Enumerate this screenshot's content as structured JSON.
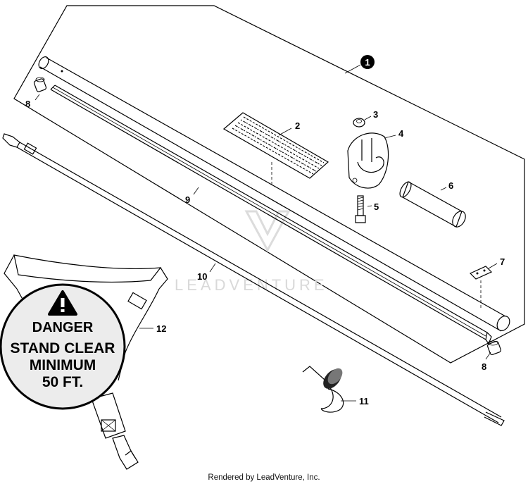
{
  "callouts": {
    "c1": "1",
    "c2": "2",
    "c3": "3",
    "c4": "4",
    "c5": "5",
    "c6": "6",
    "c7": "7",
    "c8a": "8",
    "c8b": "8",
    "c9": "9",
    "c10": "10",
    "c11": "11",
    "c12": "12"
  },
  "warning": {
    "line1": "DANGER",
    "line2": "STAND CLEAR",
    "line3": "MINIMUM",
    "line4": "50 FT."
  },
  "watermark": "LEADVENTURE",
  "footer": "Rendered by LeadVenture, Inc."
}
